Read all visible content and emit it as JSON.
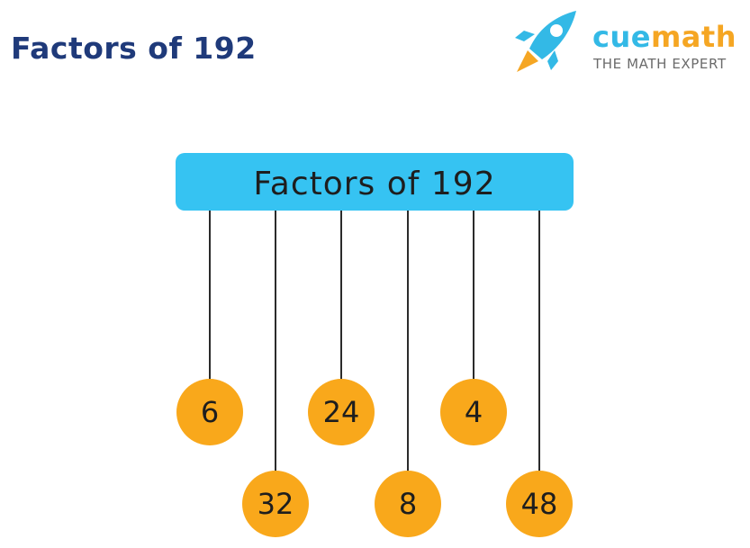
{
  "title": "Factors of 192",
  "logo": {
    "name_part1": "cue",
    "name_part2": "math",
    "tagline": "THE MATH EXPERT"
  },
  "diagram": {
    "bar_label": "Factors of 192",
    "factors": [
      "6",
      "32",
      "24",
      "8",
      "4",
      "48"
    ]
  },
  "colors": {
    "title": "#1f3a7a",
    "bar": "#36c3f2",
    "factor_circle": "#f9a81b",
    "connector": "#2b2b2b",
    "logo_blue": "#33b9e6",
    "logo_orange": "#f5a623"
  },
  "icons": [
    "rocket-icon"
  ]
}
